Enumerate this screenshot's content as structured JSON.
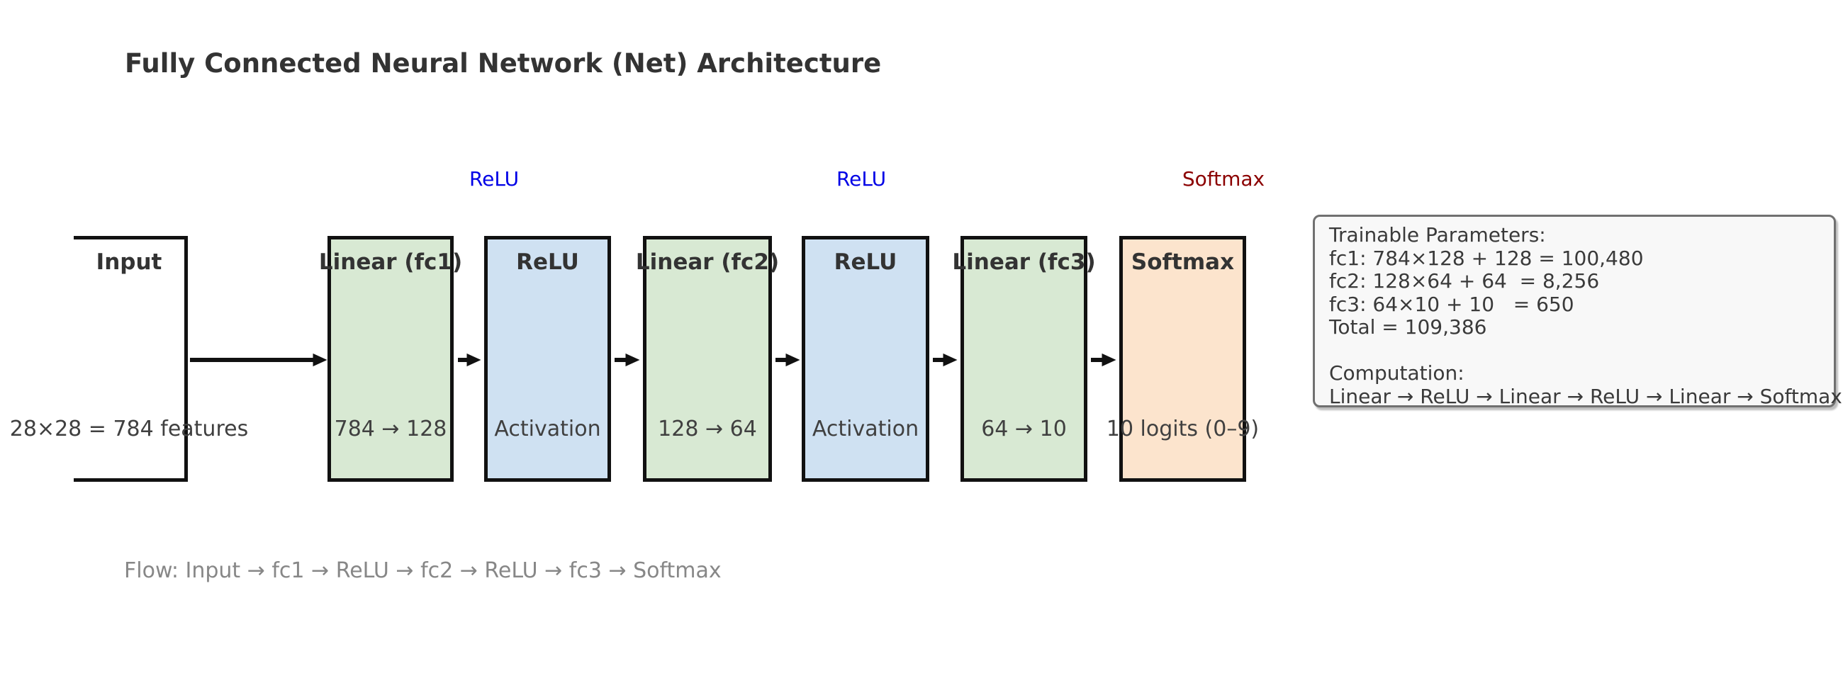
{
  "title": "Fully Connected Neural Network (Net) Architecture",
  "activation_labels": [
    "ReLU",
    "ReLU",
    "Softmax"
  ],
  "boxes": [
    {
      "title": "Input",
      "sublabel": "28×28 = 784 features"
    },
    {
      "title": "Linear (fc1)",
      "sublabel": "784 → 128"
    },
    {
      "title": "ReLU",
      "sublabel": "Activation"
    },
    {
      "title": "Linear (fc2)",
      "sublabel": "128 → 64"
    },
    {
      "title": "ReLU",
      "sublabel": "Activation"
    },
    {
      "title": "Linear (fc3)",
      "sublabel": "64 → 10"
    },
    {
      "title": "Softmax",
      "sublabel": "10 logits (0–9)"
    }
  ],
  "colors": {
    "input_fill": "#ffffff",
    "linear_fill": "#d8e9d3",
    "relu_fill": "#cfe1f2",
    "softmax_fill": "#fce4cd",
    "box_border": "#111111",
    "relu_label_text": "#0000e6",
    "softmax_label_text": "#8b0000",
    "panel_fill": "#f8f8f8",
    "panel_border": "#707070",
    "flow_text": "#878787"
  },
  "params_panel": {
    "lines": [
      "Trainable Parameters:",
      "fc1: 784×128 + 128 = 100,480",
      "fc2: 128×64 + 64  = 8,256",
      "fc3: 64×10 + 10   = 650",
      "Total = 109,386",
      " ",
      "Computation:",
      "Linear → ReLU → Linear → ReLU → Linear → Softmax"
    ]
  },
  "flow_caption": "Flow: Input → fc1 → ReLU → fc2 → ReLU → fc3 → Softmax"
}
